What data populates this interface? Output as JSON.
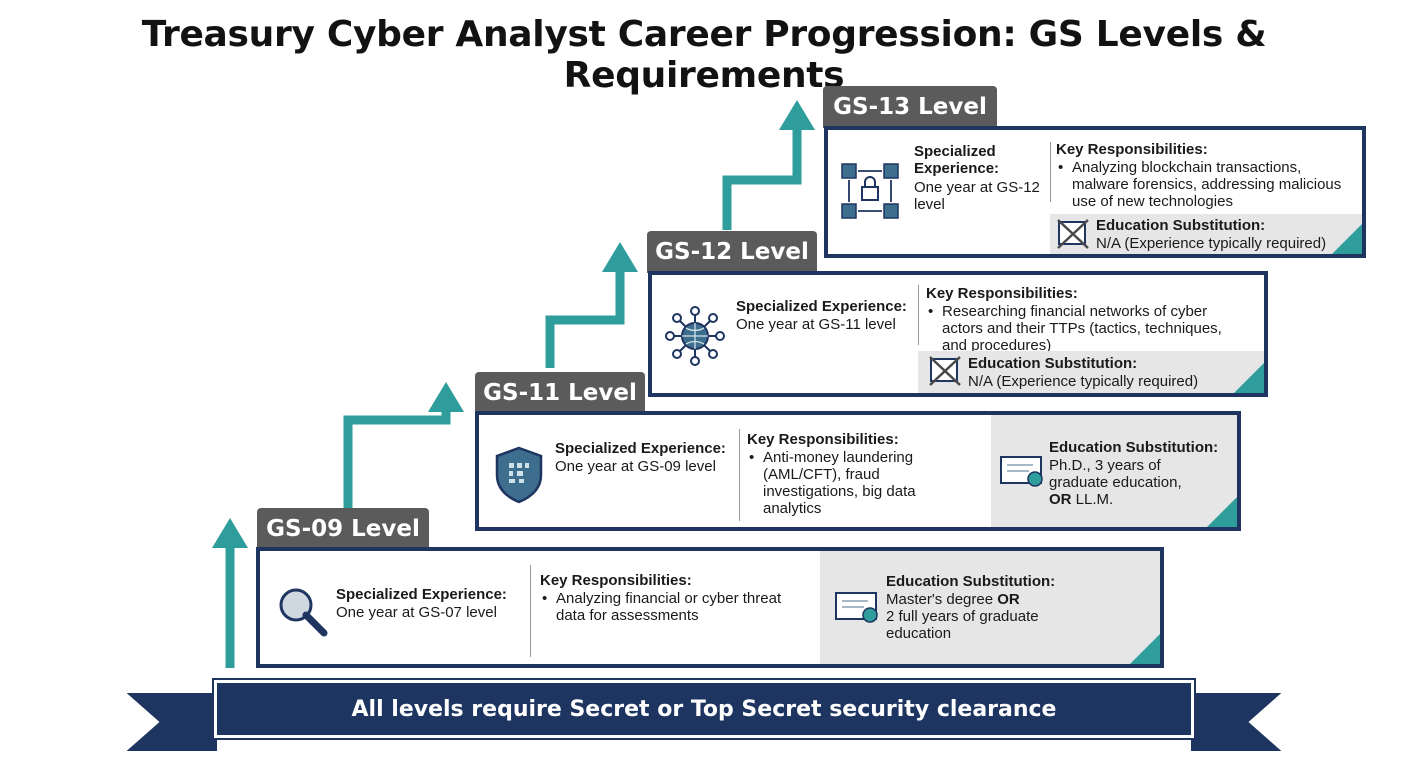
{
  "title": "Treasury Cyber Analyst Career Progression: GS Levels & Requirements",
  "levels": [
    {
      "tab": "GS-09 Level",
      "icon": "magnifying-glass-icon",
      "exp_label": "Specialized Experience:",
      "exp_text": "One year at GS-07 level",
      "resp_label": "Key Responsibilities:",
      "resp_text": "Analyzing financial or cyber threat data for assessments",
      "edu_label": "Education Substitution:",
      "edu_text_a": "Master's degree ",
      "edu_text_or": "OR",
      "edu_text_b": "2 full years of graduate education"
    },
    {
      "tab": "GS-11 Level",
      "icon": "shield-icon",
      "exp_label": "Specialized Experience:",
      "exp_text": "One year at GS-09 level",
      "resp_label": "Key Responsibilities:",
      "resp_text": "Anti-money laundering (AML/CFT), fraud investigations, big data analytics",
      "edu_label": "Education Substitution:",
      "edu_text_a": "Ph.D., 3 years of graduate education,",
      "edu_text_or": "OR",
      "edu_text_b": " LL.M."
    },
    {
      "tab": "GS-12 Level",
      "icon": "network-globe-icon",
      "exp_label": "Specialized Experience:",
      "exp_text": "One year at GS-11 level",
      "resp_label": "Key Responsibilities:",
      "resp_text": "Researching financial networks of cyber actors and their TTPs (tactics, techniques, and procedures)",
      "edu_label": "Education Substitution:",
      "edu_text": "N/A (Experience typically required)"
    },
    {
      "tab": "GS-13 Level",
      "icon": "blockchain-lock-icon",
      "exp_label": "Specialized Experience:",
      "exp_text": "One year at GS-12 level",
      "resp_label": "Key Responsibilities:",
      "resp_text": "Analyzing blockchain transactions, malware forensics, addressing malicious use of new technologies",
      "edu_label": "Education Substitution:",
      "edu_text": "N/A (Experience typically required)"
    }
  ],
  "banner": "All levels require Secret or Top Secret security clearance",
  "colors": {
    "navy": "#1d3560",
    "teal": "#2e9d9b",
    "tab": "#5b5b5b",
    "panel": "#e6e6e6"
  }
}
